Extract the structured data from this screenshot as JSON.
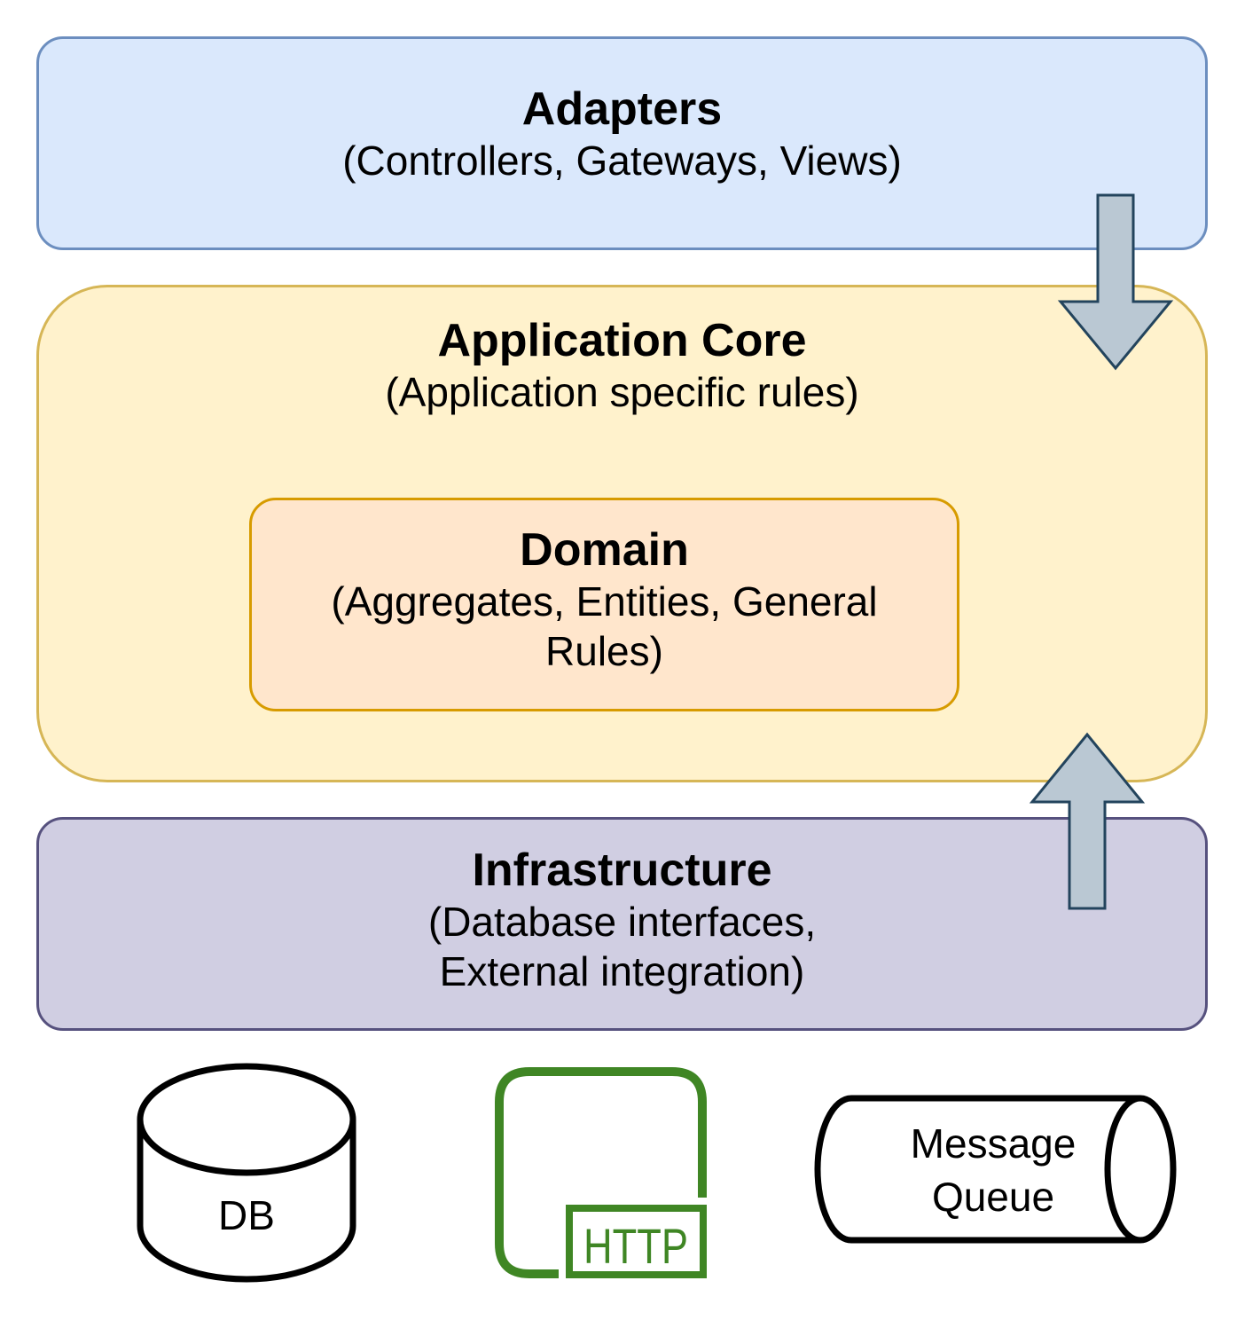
{
  "layers": {
    "adapters": {
      "title": "Adapters",
      "subtitle": "(Controllers, Gateways, Views)"
    },
    "core": {
      "title": "Application Core",
      "subtitle": "(Application specific rules)"
    },
    "domain": {
      "title": "Domain",
      "subtitle": "(Aggregates, Entities, General Rules)"
    },
    "infrastructure": {
      "title": "Infrastructure",
      "subtitle": "(Database interfaces, External integration)"
    }
  },
  "external": {
    "db": {
      "label": "DB"
    },
    "http": {
      "label": "HTTP",
      "color": "#3f8624"
    },
    "message_queue": {
      "label": "Message Queue"
    }
  },
  "arrows": {
    "fill": "#bac8d3",
    "stroke": "#23445d"
  }
}
